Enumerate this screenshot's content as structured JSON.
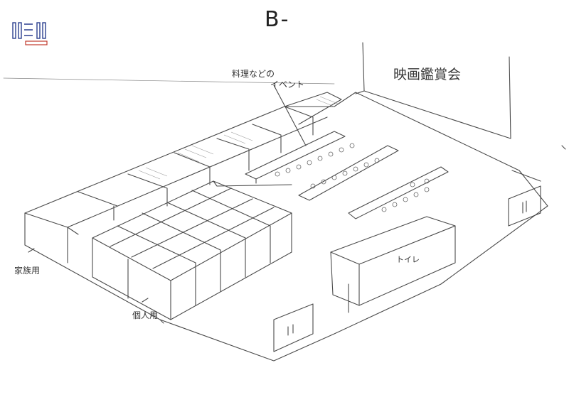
{
  "title": "B-",
  "labels": {
    "movie": "映画鑑賞会",
    "food_line1": "料理などの",
    "food_line2": "イベント",
    "family": "家族用",
    "personal": "個人用",
    "toilet": "トイレ"
  },
  "colors": {
    "pencil": "#4a4a4a",
    "paper": "#ffffff",
    "logo_blue": "#2b3f8f",
    "logo_red": "#c0392b"
  }
}
